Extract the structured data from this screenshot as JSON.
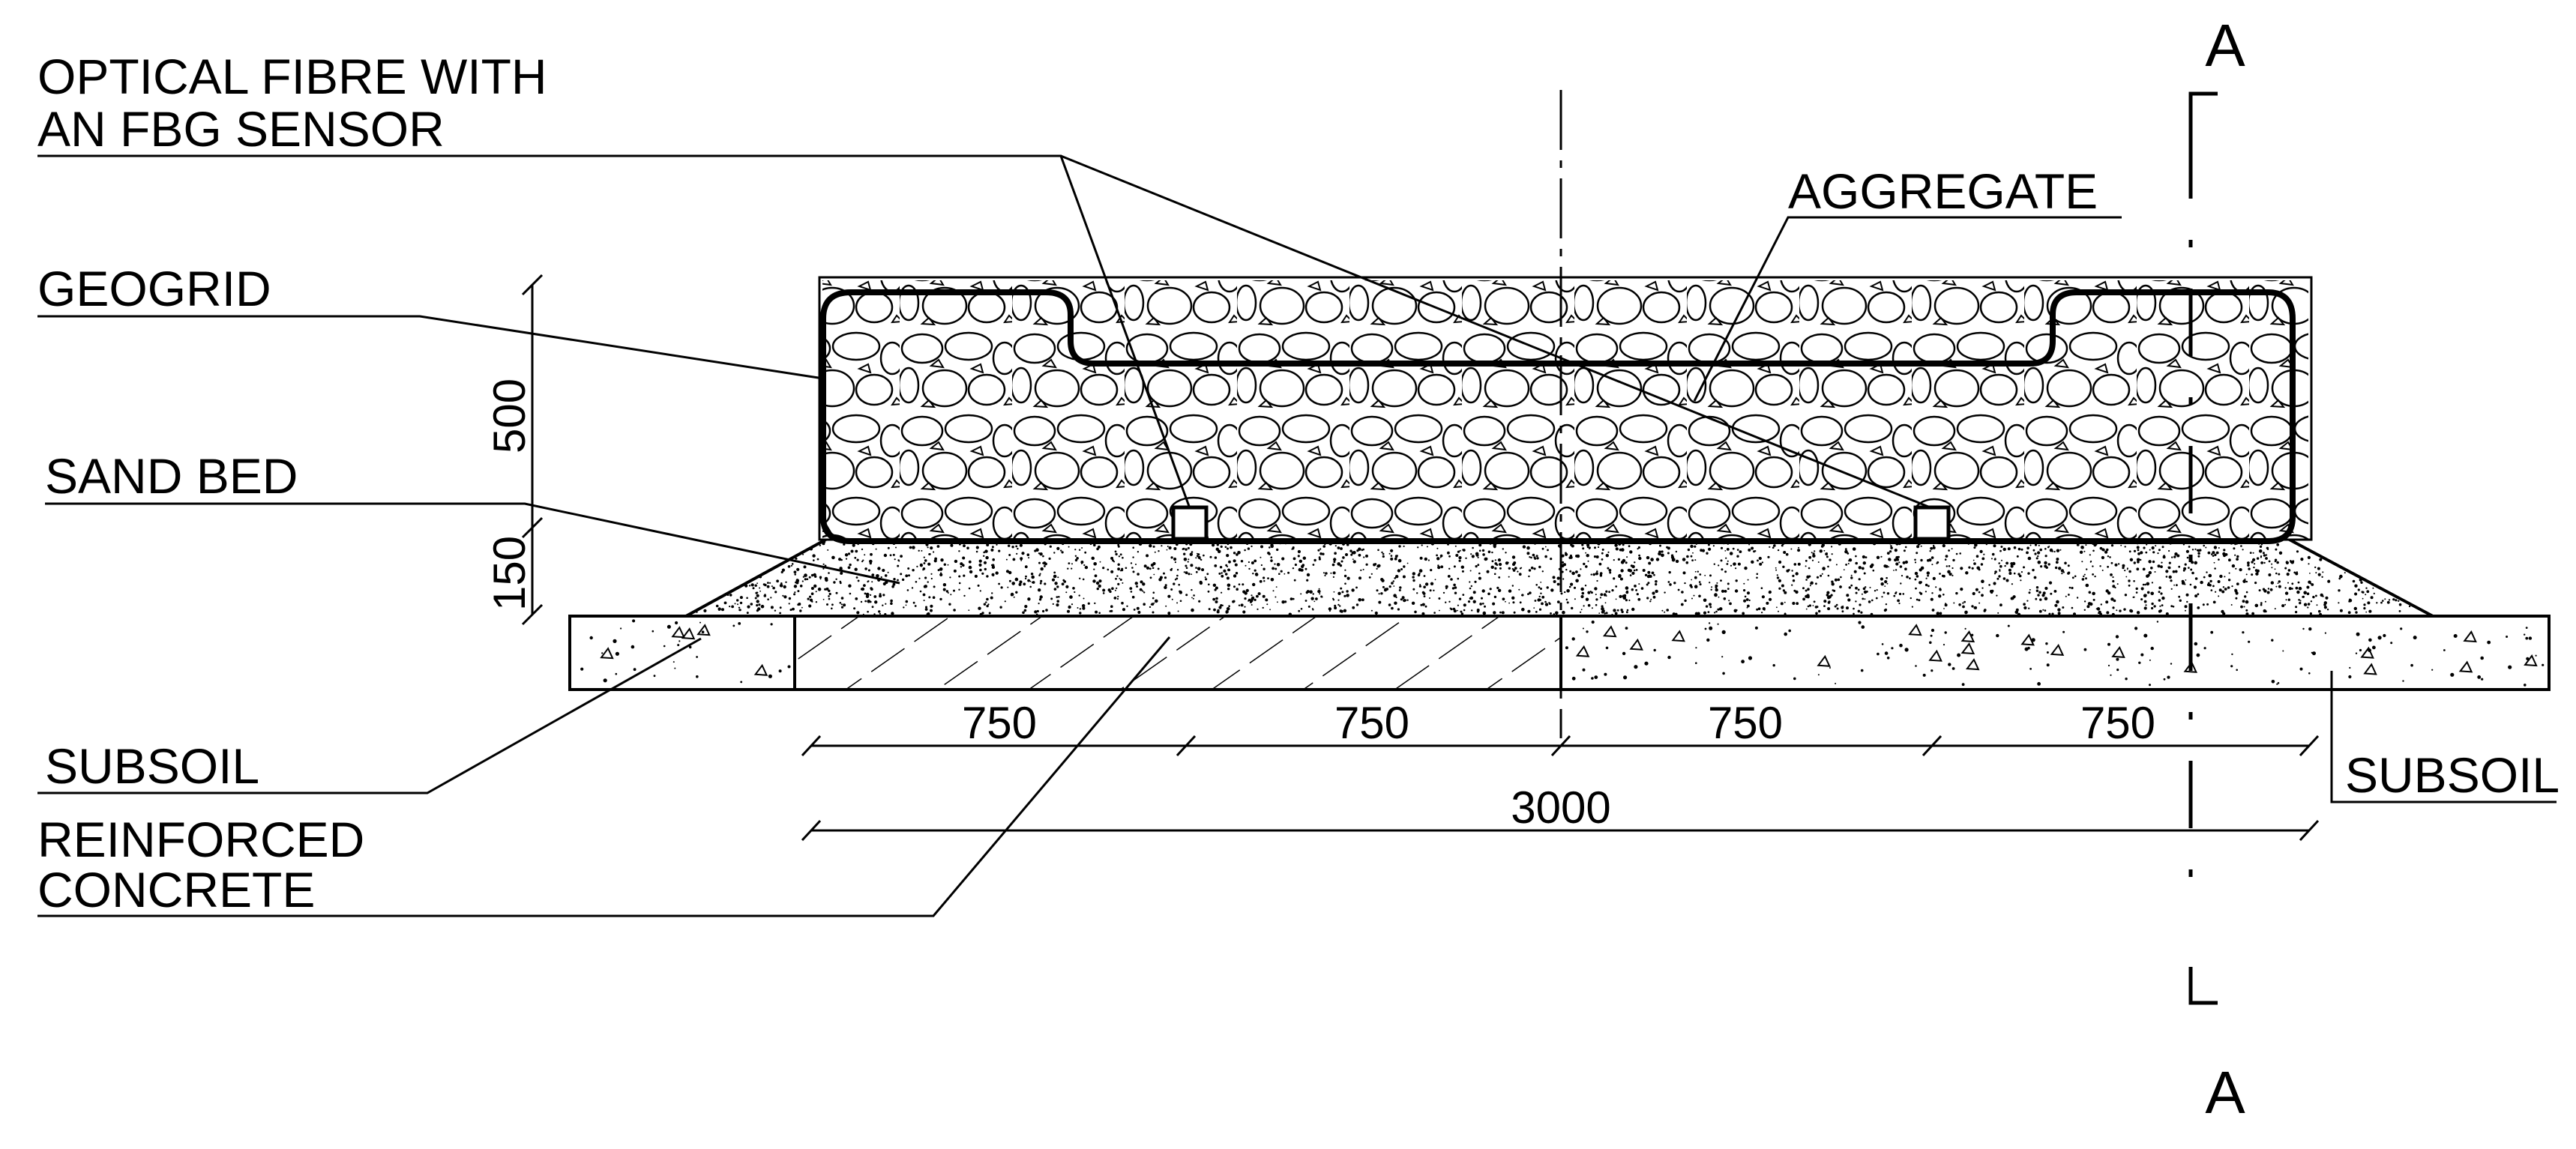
{
  "labels": {
    "optical_fibre_line1": "OPTICAL FIBRE WITH",
    "optical_fibre_line2": "AN FBG SENSOR",
    "geogrid": "GEOGRID",
    "sand_bed": "SAND BED",
    "subsoil_left": "SUBSOIL",
    "reinforced_line1": "REINFORCED",
    "reinforced_line2": "CONCRETE",
    "aggregate": "AGGREGATE",
    "subsoil_right": "SUBSOIL"
  },
  "section": {
    "top": "A",
    "bottom": "A"
  },
  "dimensions": {
    "segments": [
      "750",
      "750",
      "750",
      "750"
    ],
    "total": "3000",
    "aggregate_height": "500",
    "sand_height": "150"
  },
  "colors": {
    "line": "#000000",
    "background": "#ffffff"
  }
}
